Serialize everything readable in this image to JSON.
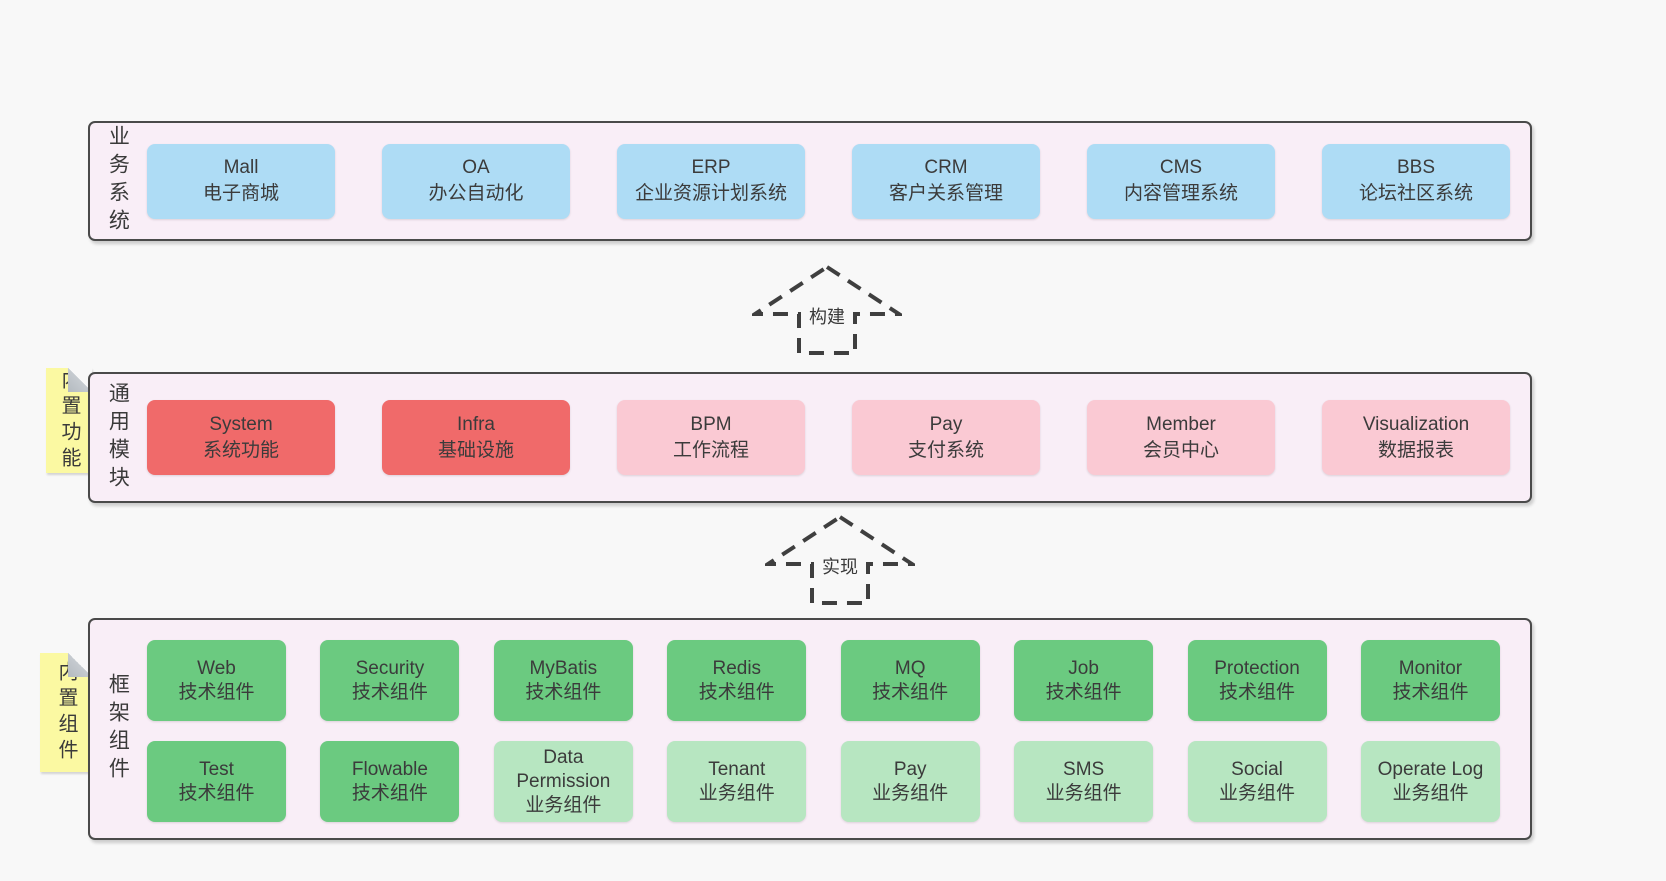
{
  "colors": {
    "page_background": "#f8f8f8",
    "layer_background": "#f9eef7",
    "layer_border": "#4a4a4a",
    "business_box": "#aedcf5",
    "core_module_box": "#f06a6a",
    "optional_module_box": "#fac9d3",
    "tech_component_box": "#6bca80",
    "biz_component_box": "#b7e6c1",
    "sticky_note": "#fbf9a2",
    "text": "#3b3b3b"
  },
  "arrows": [
    {
      "label": "构建"
    },
    {
      "label": "实现"
    }
  ],
  "layers": [
    {
      "id": "business",
      "label": "业务系统",
      "boxes": [
        {
          "title": "Mall",
          "subtitle": "电子商城",
          "color": "blue"
        },
        {
          "title": "OA",
          "subtitle": "办公自动化",
          "color": "blue"
        },
        {
          "title": "ERP",
          "subtitle": "企业资源计划系统",
          "color": "blue"
        },
        {
          "title": "CRM",
          "subtitle": "客户关系管理",
          "color": "blue"
        },
        {
          "title": "CMS",
          "subtitle": "内容管理系统",
          "color": "blue"
        },
        {
          "title": "BBS",
          "subtitle": "论坛社区系统",
          "color": "blue"
        }
      ]
    },
    {
      "id": "modules",
      "label": "通用模块",
      "sticky": "内置功能",
      "boxes": [
        {
          "title": "System",
          "subtitle": "系统功能",
          "color": "red"
        },
        {
          "title": "Infra",
          "subtitle": "基础设施",
          "color": "red"
        },
        {
          "title": "BPM",
          "subtitle": "工作流程",
          "color": "pink"
        },
        {
          "title": "Pay",
          "subtitle": "支付系统",
          "color": "pink"
        },
        {
          "title": "Member",
          "subtitle": "会员中心",
          "color": "pink"
        },
        {
          "title": "Visualization",
          "subtitle": "数据报表",
          "color": "pink"
        }
      ]
    },
    {
      "id": "components",
      "label": "框架组件",
      "sticky": "内置组件",
      "rows": [
        [
          {
            "title": "Web",
            "subtitle": "技术组件",
            "color": "green"
          },
          {
            "title": "Security",
            "subtitle": "技术组件",
            "color": "green"
          },
          {
            "title": "MyBatis",
            "subtitle": "技术组件",
            "color": "green"
          },
          {
            "title": "Redis",
            "subtitle": "技术组件",
            "color": "green"
          },
          {
            "title": "MQ",
            "subtitle": "技术组件",
            "color": "green"
          },
          {
            "title": "Job",
            "subtitle": "技术组件",
            "color": "green"
          },
          {
            "title": "Protection",
            "subtitle": "技术组件",
            "color": "green"
          },
          {
            "title": "Monitor",
            "subtitle": "技术组件",
            "color": "green"
          }
        ],
        [
          {
            "title": "Test",
            "subtitle": "技术组件",
            "color": "green"
          },
          {
            "title": "Flowable",
            "subtitle": "技术组件",
            "color": "green"
          },
          {
            "title": "Data Permission",
            "subtitle": "业务组件",
            "color": "green-light"
          },
          {
            "title": "Tenant",
            "subtitle": "业务组件",
            "color": "green-light"
          },
          {
            "title": "Pay",
            "subtitle": "业务组件",
            "color": "green-light"
          },
          {
            "title": "SMS",
            "subtitle": "业务组件",
            "color": "green-light"
          },
          {
            "title": "Social",
            "subtitle": "业务组件",
            "color": "green-light"
          },
          {
            "title": "Operate Log",
            "subtitle": "业务组件",
            "color": "green-light"
          }
        ]
      ]
    }
  ]
}
